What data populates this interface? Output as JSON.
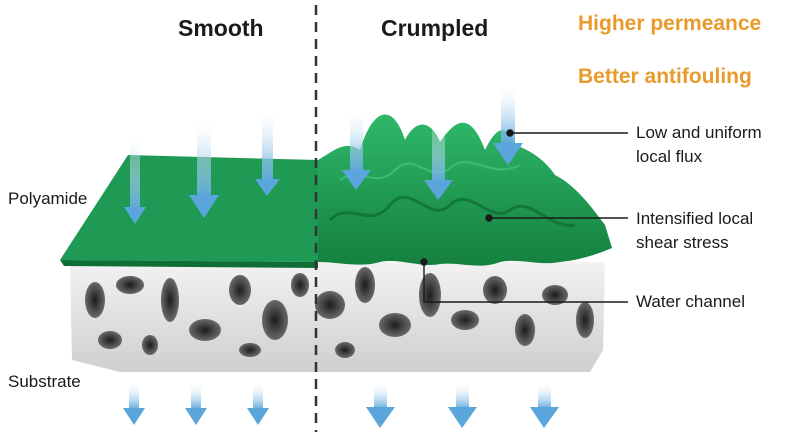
{
  "headings": {
    "smooth": "Smooth",
    "crumpled": "Crumpled"
  },
  "benefits": {
    "permeance": "Higher permeance",
    "antifouling": "Better antifouling"
  },
  "layers": {
    "polyamide": "Polyamide",
    "substrate": "Substrate"
  },
  "annotations": {
    "flux_line1": "Low and uniform",
    "flux_line2": "local flux",
    "shear_line1": "Intensified local",
    "shear_line2": "shear stress",
    "channel": "Water channel"
  },
  "colors": {
    "polyamide_green": "#1f9a55",
    "substrate_gray": "#e8e8e8",
    "pore_dark": "#3a3a3a",
    "flow_arrow": "#8ec5ea",
    "benefit_orange": "#e89a2b"
  },
  "icons": [
    "flow-arrow-icon"
  ]
}
